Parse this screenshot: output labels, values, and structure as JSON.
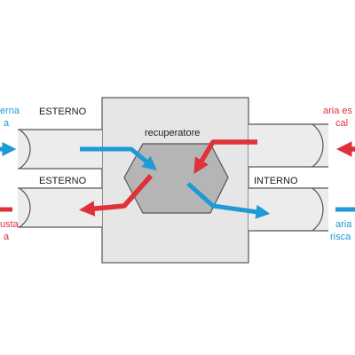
{
  "labels": {
    "left_top_blue": [
      "erna",
      "a"
    ],
    "left_bottom_red": [
      "usta",
      "a"
    ],
    "right_top_red": [
      "aria es",
      "cal"
    ],
    "right_bottom_blue": [
      "aria",
      "risca"
    ],
    "esterno_top": "ESTERNO",
    "esterno_bottom": "ESTERNO",
    "interno": "INTERNO",
    "recuperatore": "recuperatore"
  },
  "colors": {
    "warm_air": "#e0303a",
    "cold_air": "#1e9ad6",
    "box_fill": "#e6e6e6",
    "hexagon_fill": "#b5b5b5",
    "duct_fill": "#ececec",
    "outline": "#555555"
  }
}
